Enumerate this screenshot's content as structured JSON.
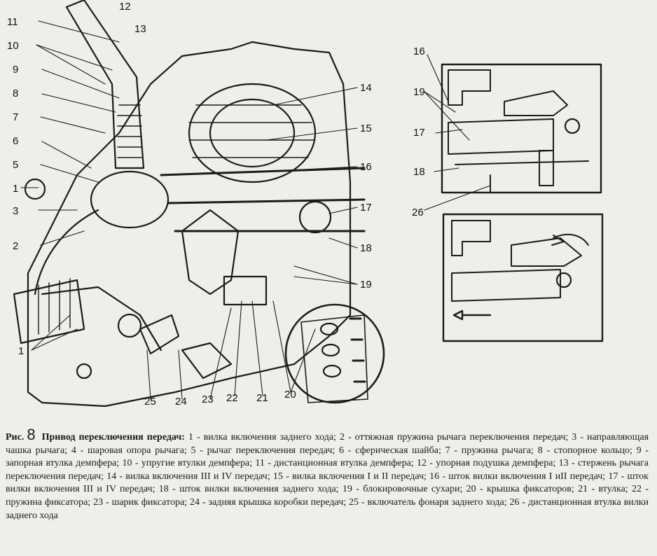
{
  "caption": {
    "label": "Рис.",
    "number": "8",
    "title": "Привод переключения передач:",
    "text": "1 - вилка включения заднего хода; 2 - оттяжная пружина рычага переключения передач; 3 - направляющая чашка рычага; 4 - шаровая опора рычага; 5 - рычаг переключения передач; 6 - сферическая шайба; 7 - пружина рычага; 8 - стопорное кольцо; 9 - запорная втулка демпфера; 10 - упругие втулки демпфера; 11 - дистанционная втулка демпфера; 12 - упорная подушка демпфера; 13 - стержень рычага переключения передач; 14 - вилка включения III и IV передач; 15 - вилка включения I и II передач; 16 - шток вилки включения I иII передач; 17 - шток вилки включения III и IV передач; 18 - шток вилки включения заднего хода; 19 - блокировочные сухари; 20 - крышка фиксаторов; 21 - втулка; 22 - пружина фиксатора; 23 - шарик фиксатора; 24 - задняя крышка коробки передач; 25 - включатель фонаря заднего хода; 26 - дистанционная втулка вилки заднего хода"
  },
  "callouts": {
    "c12": "12",
    "c11": "11",
    "c13": "13",
    "c10": "10",
    "c9": "9",
    "c8": "8",
    "c7": "7",
    "c6": "6",
    "c5": "5",
    "c1a": "1",
    "c3": "3",
    "c2": "2",
    "c1b": "1",
    "c14": "14",
    "c15": "15",
    "c16": "16",
    "c17": "17",
    "c18": "18",
    "c19": "19",
    "c25": "25",
    "c24": "24",
    "c23": "23",
    "c22": "22",
    "c21": "21",
    "c20": "20",
    "r16": "16",
    "r19": "19",
    "r17": "17",
    "r18": "18",
    "r26": "26"
  },
  "colors": {
    "paper": "#efeee9",
    "ink": "#1b1b1b"
  }
}
